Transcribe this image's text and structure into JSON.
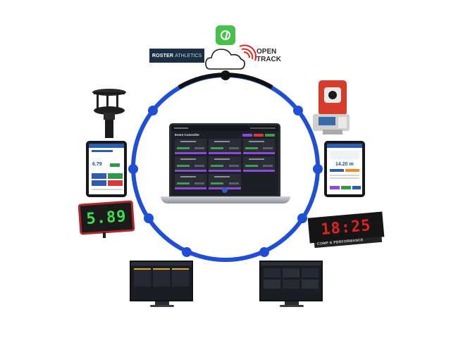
{
  "logos": {
    "roster_part1": "ROSTER",
    "roster_part2": "ATHLETICS",
    "opentrack_line1": "OPEN",
    "opentrack_line2": "TRACK"
  },
  "laptop": {
    "screen_heading": "Event Controller"
  },
  "displays": {
    "green_readout": "5.89",
    "red_readout": "18:25",
    "red_label": "COMP & PERFORMANCE"
  },
  "tablets": {
    "left_value": "6.79",
    "right_value": "14.20 m"
  },
  "colors": {
    "ring": "#1f4fd6",
    "ring_top_arc": "#111111",
    "app_logo": "#46c24a",
    "opentrack_red": "#e2241d"
  },
  "icons": [
    "cloud-icon",
    "anemometer-icon",
    "total-station-icon"
  ]
}
